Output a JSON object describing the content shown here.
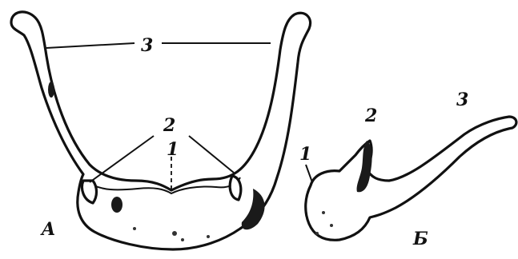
{
  "figure": {
    "views": {
      "a": {
        "letter": "A"
      },
      "b": {
        "letter": "Б"
      }
    },
    "labels": {
      "a": [
        "3",
        "2",
        "1"
      ],
      "b": [
        "1",
        "2",
        "3"
      ]
    },
    "colors": {
      "ink": "#111111",
      "paper": "#ffffff"
    }
  }
}
